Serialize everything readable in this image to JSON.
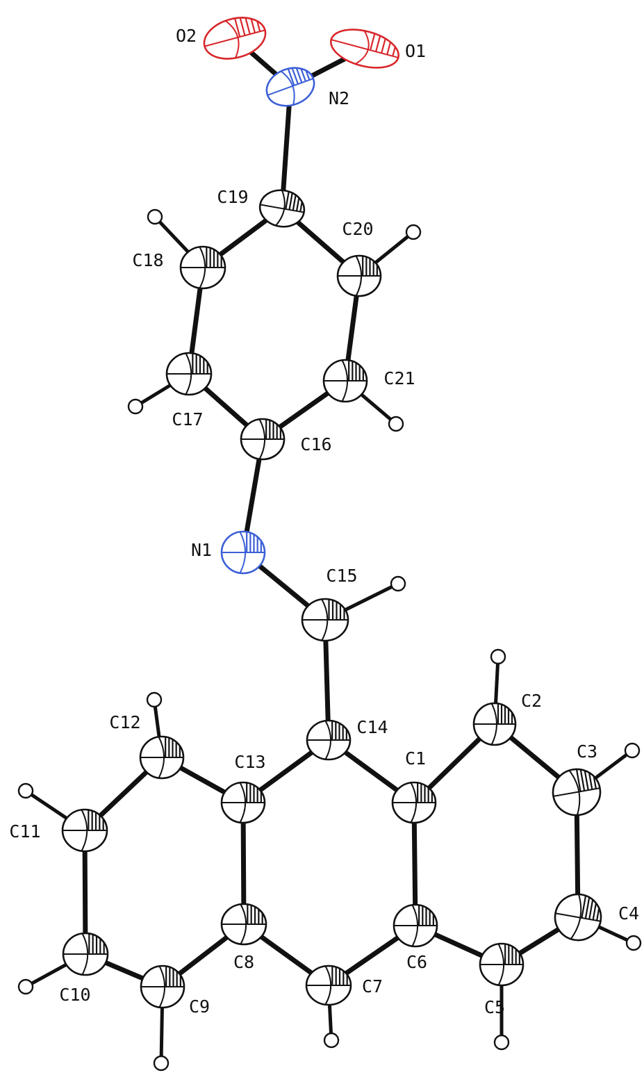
{
  "colors": {
    "carbon": "#111111",
    "nitrogen": "#3b5fd6",
    "oxygen": "#d8262a"
  },
  "atoms": [
    {
      "id": "O1",
      "element": "O",
      "label": "O1"
    },
    {
      "id": "O2",
      "element": "O",
      "label": "O2"
    },
    {
      "id": "N2",
      "element": "N",
      "label": "N2"
    },
    {
      "id": "C19",
      "element": "C",
      "label": "C19"
    },
    {
      "id": "C20",
      "element": "C",
      "label": "C20"
    },
    {
      "id": "C18",
      "element": "C",
      "label": "C18"
    },
    {
      "id": "C17",
      "element": "C",
      "label": "C17"
    },
    {
      "id": "C21",
      "element": "C",
      "label": "C21"
    },
    {
      "id": "C16",
      "element": "C",
      "label": "C16"
    },
    {
      "id": "N1",
      "element": "N",
      "label": "N1"
    },
    {
      "id": "C15",
      "element": "C",
      "label": "C15"
    },
    {
      "id": "C14",
      "element": "C",
      "label": "C14"
    },
    {
      "id": "C2",
      "element": "C",
      "label": "C2"
    },
    {
      "id": "C12",
      "element": "C",
      "label": "C12"
    },
    {
      "id": "C13",
      "element": "C",
      "label": "C13"
    },
    {
      "id": "C1",
      "element": "C",
      "label": "C1"
    },
    {
      "id": "C3",
      "element": "C",
      "label": "C3"
    },
    {
      "id": "C11",
      "element": "C",
      "label": "C11"
    },
    {
      "id": "C4",
      "element": "C",
      "label": "C4"
    },
    {
      "id": "C8",
      "element": "C",
      "label": "C8"
    },
    {
      "id": "C6",
      "element": "C",
      "label": "C6"
    },
    {
      "id": "C10",
      "element": "C",
      "label": "C10"
    },
    {
      "id": "C7",
      "element": "C",
      "label": "C7"
    },
    {
      "id": "C5",
      "element": "C",
      "label": "C5"
    },
    {
      "id": "C9",
      "element": "C",
      "label": "C9"
    }
  ],
  "bonds": [
    [
      "N2",
      "O1"
    ],
    [
      "N2",
      "O2"
    ],
    [
      "N2",
      "C19"
    ],
    [
      "C19",
      "C18"
    ],
    [
      "C19",
      "C20"
    ],
    [
      "C18",
      "C17"
    ],
    [
      "C20",
      "C21"
    ],
    [
      "C17",
      "C16"
    ],
    [
      "C21",
      "C16"
    ],
    [
      "C16",
      "N1"
    ],
    [
      "N1",
      "C15"
    ],
    [
      "C15",
      "C14"
    ],
    [
      "C14",
      "C13"
    ],
    [
      "C14",
      "C1"
    ],
    [
      "C13",
      "C12"
    ],
    [
      "C12",
      "C11"
    ],
    [
      "C11",
      "C10"
    ],
    [
      "C10",
      "C9"
    ],
    [
      "C9",
      "C8"
    ],
    [
      "C8",
      "C13"
    ],
    [
      "C8",
      "C7"
    ],
    [
      "C7",
      "C6"
    ],
    [
      "C6",
      "C1"
    ],
    [
      "C1",
      "C2"
    ],
    [
      "C2",
      "C3"
    ],
    [
      "C3",
      "C4"
    ],
    [
      "C4",
      "C5"
    ],
    [
      "C5",
      "C6"
    ]
  ],
  "hydrogens": [
    "C18",
    "C20",
    "C17",
    "C21",
    "C15",
    "C2",
    "C12",
    "C3",
    "C11",
    "C4",
    "C10",
    "C7",
    "C5",
    "C9"
  ]
}
